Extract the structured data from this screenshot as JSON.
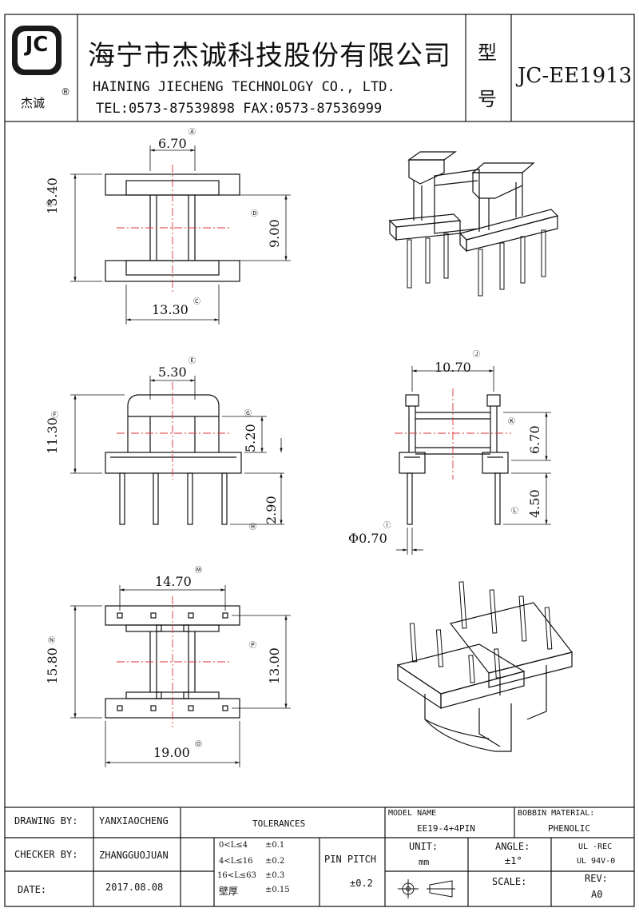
{
  "header": {
    "logo_text": "JC",
    "logo_sub": "杰诚",
    "registered": "®",
    "company_cn": "海宁市杰诚科技股份有限公司",
    "company_en": "HAINING JIECHENG TECHNOLOGY CO., LTD.",
    "contact": "TEL:0573-87539898 FAX:0573-87536999",
    "model_label_1": "型",
    "model_label_2": "号",
    "model_number": "JC-EE1913"
  },
  "dimensions": {
    "a": {
      "value": "6.70",
      "mark": "Ⓐ"
    },
    "b": {
      "value": "13.40",
      "mark": "Ⓑ"
    },
    "c": {
      "value": "13.30",
      "mark": "Ⓒ"
    },
    "d": {
      "value": "9.00",
      "mark": "Ⓓ"
    },
    "e": {
      "value": "5.30",
      "mark": "Ⓔ"
    },
    "f": {
      "value": "11.30",
      "mark": "Ⓕ"
    },
    "g": {
      "value": "5.20",
      "mark": "Ⓖ"
    },
    "h": {
      "value": "2.90",
      "mark": "Ⓗ"
    },
    "i": {
      "value": "Φ0.70",
      "mark": "Ⓘ"
    },
    "j": {
      "value": "10.70",
      "mark": "Ⓙ"
    },
    "k": {
      "value": "6.70",
      "mark": "Ⓚ"
    },
    "l": {
      "value": "4.50",
      "mark": "Ⓛ"
    },
    "m": {
      "value": "14.70",
      "mark": "Ⓜ"
    },
    "n": {
      "value": "15.80",
      "mark": "Ⓝ"
    },
    "o": {
      "value": "19.00",
      "mark": "Ⓞ"
    },
    "p": {
      "value": "13.00",
      "mark": "Ⓟ"
    }
  },
  "title_block": {
    "drawing_by_label": "DRAWING BY:",
    "drawing_by": "YANXIAOCHENG",
    "checker_by_label": "CHECKER BY:",
    "checker_by": "ZHANGGUOJUAN",
    "date_label": "DATE:",
    "date": "2017.08.08",
    "tolerances_label": "TOLERANCES",
    "tol_rows": [
      {
        "range": "0<L≤4",
        "value": "±0.1"
      },
      {
        "range": "4<L≤16",
        "value": "±0.2"
      },
      {
        "range": "16<L≤63",
        "value": "±0.3"
      },
      {
        "range": "壁厚",
        "value": "±0.15"
      }
    ],
    "pin_pitch_label": "PIN PITCH",
    "pin_pitch": "±0.2",
    "model_name_label": "MODEL NAME",
    "model_name": "EE19-4+4PIN",
    "bobbin_material_label": "BOBBIN MATERIAL:",
    "bobbin_material": "PHENOLIC",
    "unit_label": "UNIT:",
    "unit": "mm",
    "angle_label": "ANGLE:",
    "angle": "±1°",
    "ul_1": "UL -REC",
    "ul_2": "UL 94V-0",
    "scale_label": "SCALE:",
    "rev_label": "REV:",
    "rev": "A0"
  }
}
